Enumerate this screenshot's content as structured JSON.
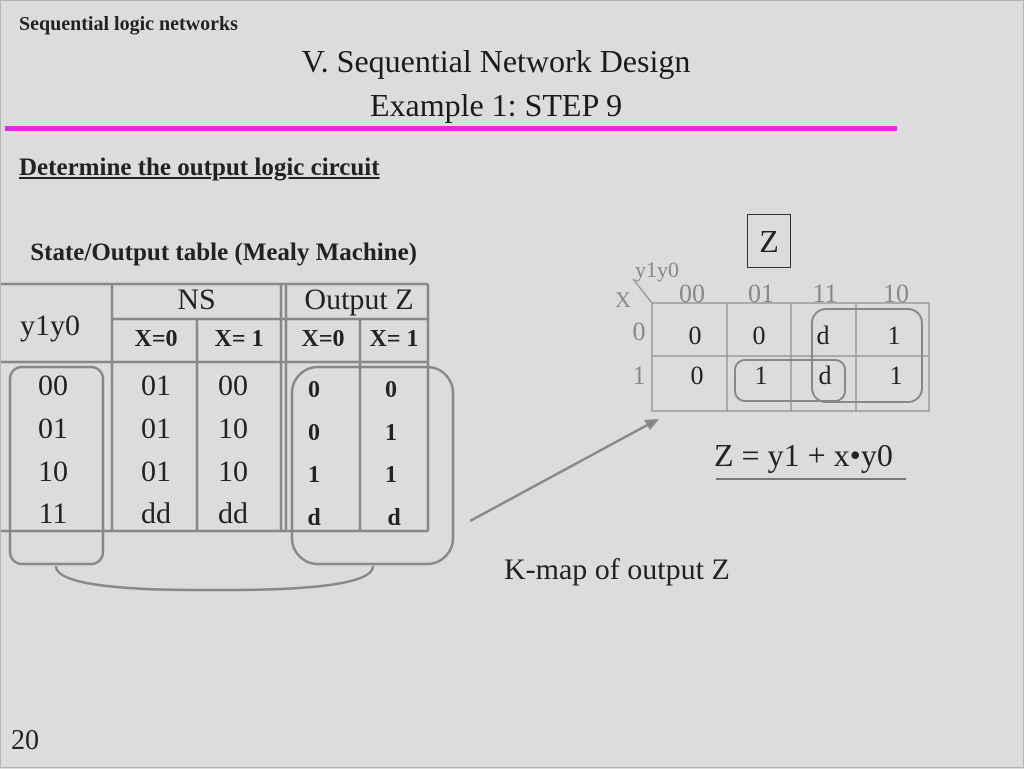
{
  "header": {
    "small_title": "Sequential logic networks",
    "title_line1": "V. Sequential Network Design",
    "title_line2": "Example 1: STEP 9"
  },
  "subheading": "Determine the output logic circuit",
  "table": {
    "title": "State/Output table (Mealy Machine)",
    "state_header": "y1y0",
    "ns_header": "NS",
    "out_header": "Output Z",
    "sub_headers": [
      "X=0",
      "X= 1",
      "X=0",
      "X= 1"
    ],
    "rows": [
      {
        "state": "00",
        "ns0": "01",
        "ns1": "00",
        "z0": "0",
        "z1": "0"
      },
      {
        "state": "01",
        "ns0": "01",
        "ns1": "10",
        "z0": "0",
        "z1": "1"
      },
      {
        "state": "10",
        "ns0": "01",
        "ns1": "10",
        "z0": "1",
        "z1": "1"
      },
      {
        "state": "11",
        "ns0": "dd",
        "ns1": "dd",
        "z0": "d",
        "z1": "d"
      }
    ]
  },
  "kmap": {
    "label": "Z",
    "row_var": "X",
    "col_var": "y1y0",
    "col_labels": [
      "00",
      "01",
      "11",
      "10"
    ],
    "row_labels": [
      "0",
      "1"
    ],
    "cells": [
      [
        "0",
        "0",
        "d",
        "1"
      ],
      [
        "0",
        "1",
        "d",
        "1"
      ]
    ],
    "equation": "Z = y1 + x•y0",
    "caption": "K-map of output Z"
  },
  "page_number": "20",
  "colors": {
    "background": "#dcdcdc",
    "rule": "#ee22ee",
    "lines": "#888888",
    "kmap_labels": "#888888"
  }
}
